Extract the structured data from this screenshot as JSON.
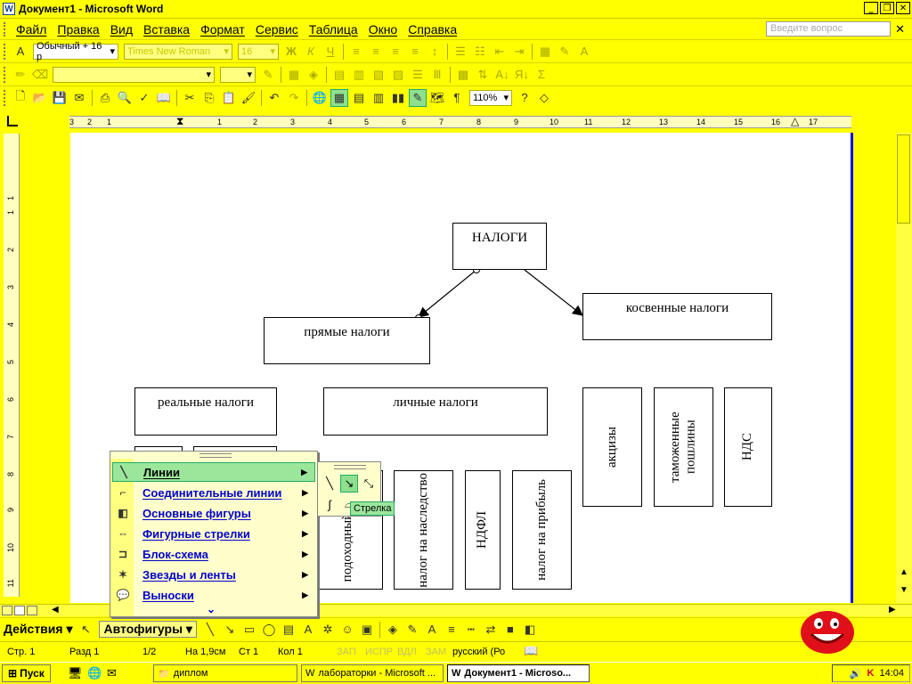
{
  "window": {
    "title": "Документ1 - Microsoft Word",
    "app_icon": "W"
  },
  "menu": {
    "items": [
      "Файл",
      "Правка",
      "Вид",
      "Вставка",
      "Формат",
      "Сервис",
      "Таблица",
      "Окно",
      "Справка"
    ],
    "ask_placeholder": "Введите вопрос"
  },
  "formatting": {
    "style": "Обычный + 16 р",
    "font": "Times New Roman",
    "size": "16",
    "zoom": "110%"
  },
  "ruler": {
    "h_numbers": [
      "3",
      "2",
      "1",
      "1",
      "2",
      "3",
      "4",
      "5",
      "6",
      "7",
      "8",
      "9",
      "10",
      "11",
      "12",
      "13",
      "14",
      "15",
      "16",
      "17"
    ],
    "v_numbers": [
      "1",
      "1",
      "2",
      "3",
      "4",
      "5",
      "6",
      "7",
      "8",
      "9",
      "10",
      "11"
    ]
  },
  "diagram": {
    "root": "НАЛОГИ",
    "direct": "прямые налоги",
    "indirect": "косвенные налоги",
    "real": "реальные налоги",
    "personal": "личные налоги",
    "personal_children": [
      "подоходный налог",
      "налог на наследство",
      "НДФЛ",
      "налог на прибыль"
    ],
    "indirect_children": [
      "акцизы",
      "таможенные пошлины",
      "НДС"
    ]
  },
  "autoshapes_menu": {
    "items": [
      {
        "label": "Линии",
        "icon": "lines-icon"
      },
      {
        "label": "Соединительные линии",
        "icon": "connectors-icon"
      },
      {
        "label": "Основные фигуры",
        "icon": "basic-shapes-icon"
      },
      {
        "label": "Фигурные стрелки",
        "icon": "block-arrows-icon"
      },
      {
        "label": "Блок-схема",
        "icon": "flowchart-icon"
      },
      {
        "label": "Звезды и ленты",
        "icon": "stars-icon"
      },
      {
        "label": "Выноски",
        "icon": "callouts-icon"
      }
    ],
    "tooltip": "Стрелка"
  },
  "drawing_toolbar": {
    "actions": "Действия",
    "autoshapes": "Автофигуры"
  },
  "status": {
    "page": "Стр. 1",
    "section": "Разд 1",
    "pages": "1/2",
    "at": "На 1,9см",
    "line": "Ст 1",
    "col": "Кол 1",
    "rec": "ЗАП",
    "trk": "ИСПР",
    "ext": "ВДЛ",
    "ovr": "ЗАМ",
    "language": "русский (Ро"
  },
  "taskbar": {
    "start": "Пуск",
    "tasks": [
      "диплом",
      "лабораторки - Microsoft ...",
      "Документ1 - Microso..."
    ],
    "clock": "14:04"
  },
  "colors": {
    "theme": "#ffff00",
    "highlight": "#9be69b",
    "menu_text": "#0000cc"
  }
}
